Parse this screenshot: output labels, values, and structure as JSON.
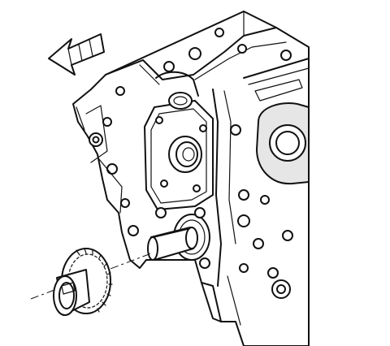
{
  "illustration": {
    "subject": "engine-block-front-with-camshaft-sprocket",
    "icons": [
      "direction-arrow-icon",
      "engine-block",
      "cover-plate",
      "bore-hole",
      "camshaft-journal",
      "camshaft-sprocket"
    ],
    "colors": {
      "line": "#111111",
      "background": "#ffffff",
      "shade": "#e6e6e6"
    }
  }
}
